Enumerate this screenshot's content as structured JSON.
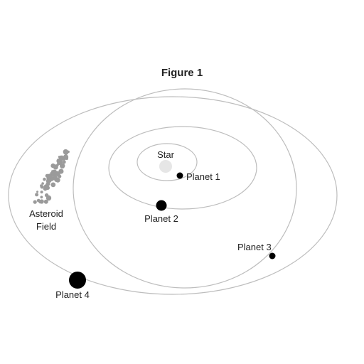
{
  "figure": {
    "title": "Figure 1"
  },
  "bodies": {
    "star": "Star",
    "planet1": "Planet 1",
    "planet2": "Planet 2",
    "planet3": "Planet 3",
    "planet4": "Planet 4"
  },
  "asteroid_field": {
    "line1": "Asteroid",
    "line2": "Field"
  },
  "colors": {
    "orbit": "#bdbdbd",
    "planet": "#000000",
    "star": "#e6e6e6",
    "asteroid": "#9a9a9a"
  }
}
